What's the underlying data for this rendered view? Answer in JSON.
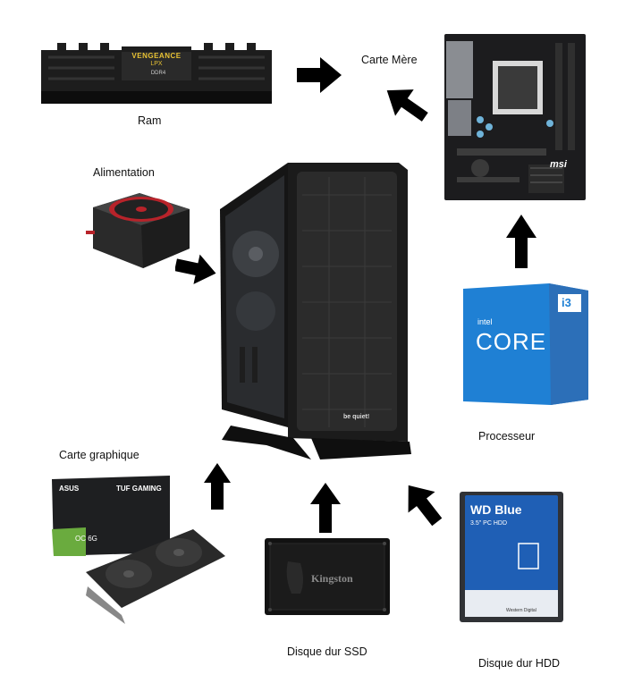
{
  "labels": {
    "ram": "Ram",
    "motherboard": "Carte Mère",
    "psu": "Alimentation",
    "cpu": "Processeur",
    "gpu": "Carte graphique",
    "ssd": "Disque dur SSD",
    "hdd": "Disque dur HDD"
  },
  "branding": {
    "ram_brand": "VENGEANCE",
    "ram_sub": "LPX",
    "ram_type": "DDR4",
    "mb_brand": "msi",
    "case_brand": "be quiet!",
    "cpu_brand": "intel",
    "cpu_line": "CORE",
    "cpu_tier": "i3",
    "gpu_brand": "ASUS",
    "gpu_series": "TUF GAMING",
    "gpu_mem": "OC 6G",
    "ssd_brand": "Kingston",
    "hdd_brand": "WD Blue",
    "hdd_sub": "3.5\" PC HDD",
    "hdd_maker": "Western Digital"
  },
  "colors": {
    "arrow": "#000000",
    "cpu_box": "#1a7fd1",
    "hdd_label": "#1f5fb5"
  }
}
